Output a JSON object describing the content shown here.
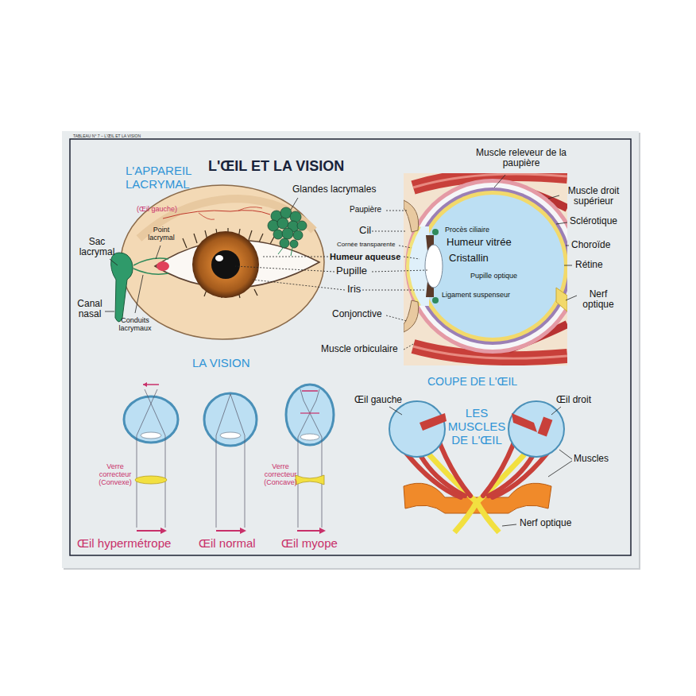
{
  "diagram": {
    "title": "L'ŒIL ET LA VISION",
    "labels": [
      "TABLEAU N° 7 – L'ŒIL ET LA VISION",
      "L'APPAREIL LACRYMAL",
      "(Œil gauche)",
      "Sac lacrymal",
      "Point lacrymal",
      "Canal nasal",
      "Conduits lacrymaux",
      "Glandes lacrymales",
      "Paupière",
      "Cil",
      "Cornée transparente",
      "Humeur aqueuse",
      "Pupille",
      "Iris",
      "Conjonctive",
      "Muscle orbiculaire",
      "Muscle releveur de la paupière",
      "Muscle droit supérieur",
      "Sclérotique",
      "Choroïde",
      "Rétine",
      "Nerf optique",
      "Procès ciliaire",
      "Humeur vitrée",
      "Cristallin",
      "Pupille optique",
      "Ligament suspenseur",
      "LA VISION",
      "Verre correcteur (Convexe)",
      "Verre correcteur (Concave)",
      "Œil hypermétrope",
      "Œil normal",
      "Œil myope",
      "COUPE DE L'ŒIL",
      "Œil gauche",
      "Œil droit",
      "LES MUSCLES DE L'ŒIL",
      "Muscles",
      "Nerf optique"
    ]
  }
}
